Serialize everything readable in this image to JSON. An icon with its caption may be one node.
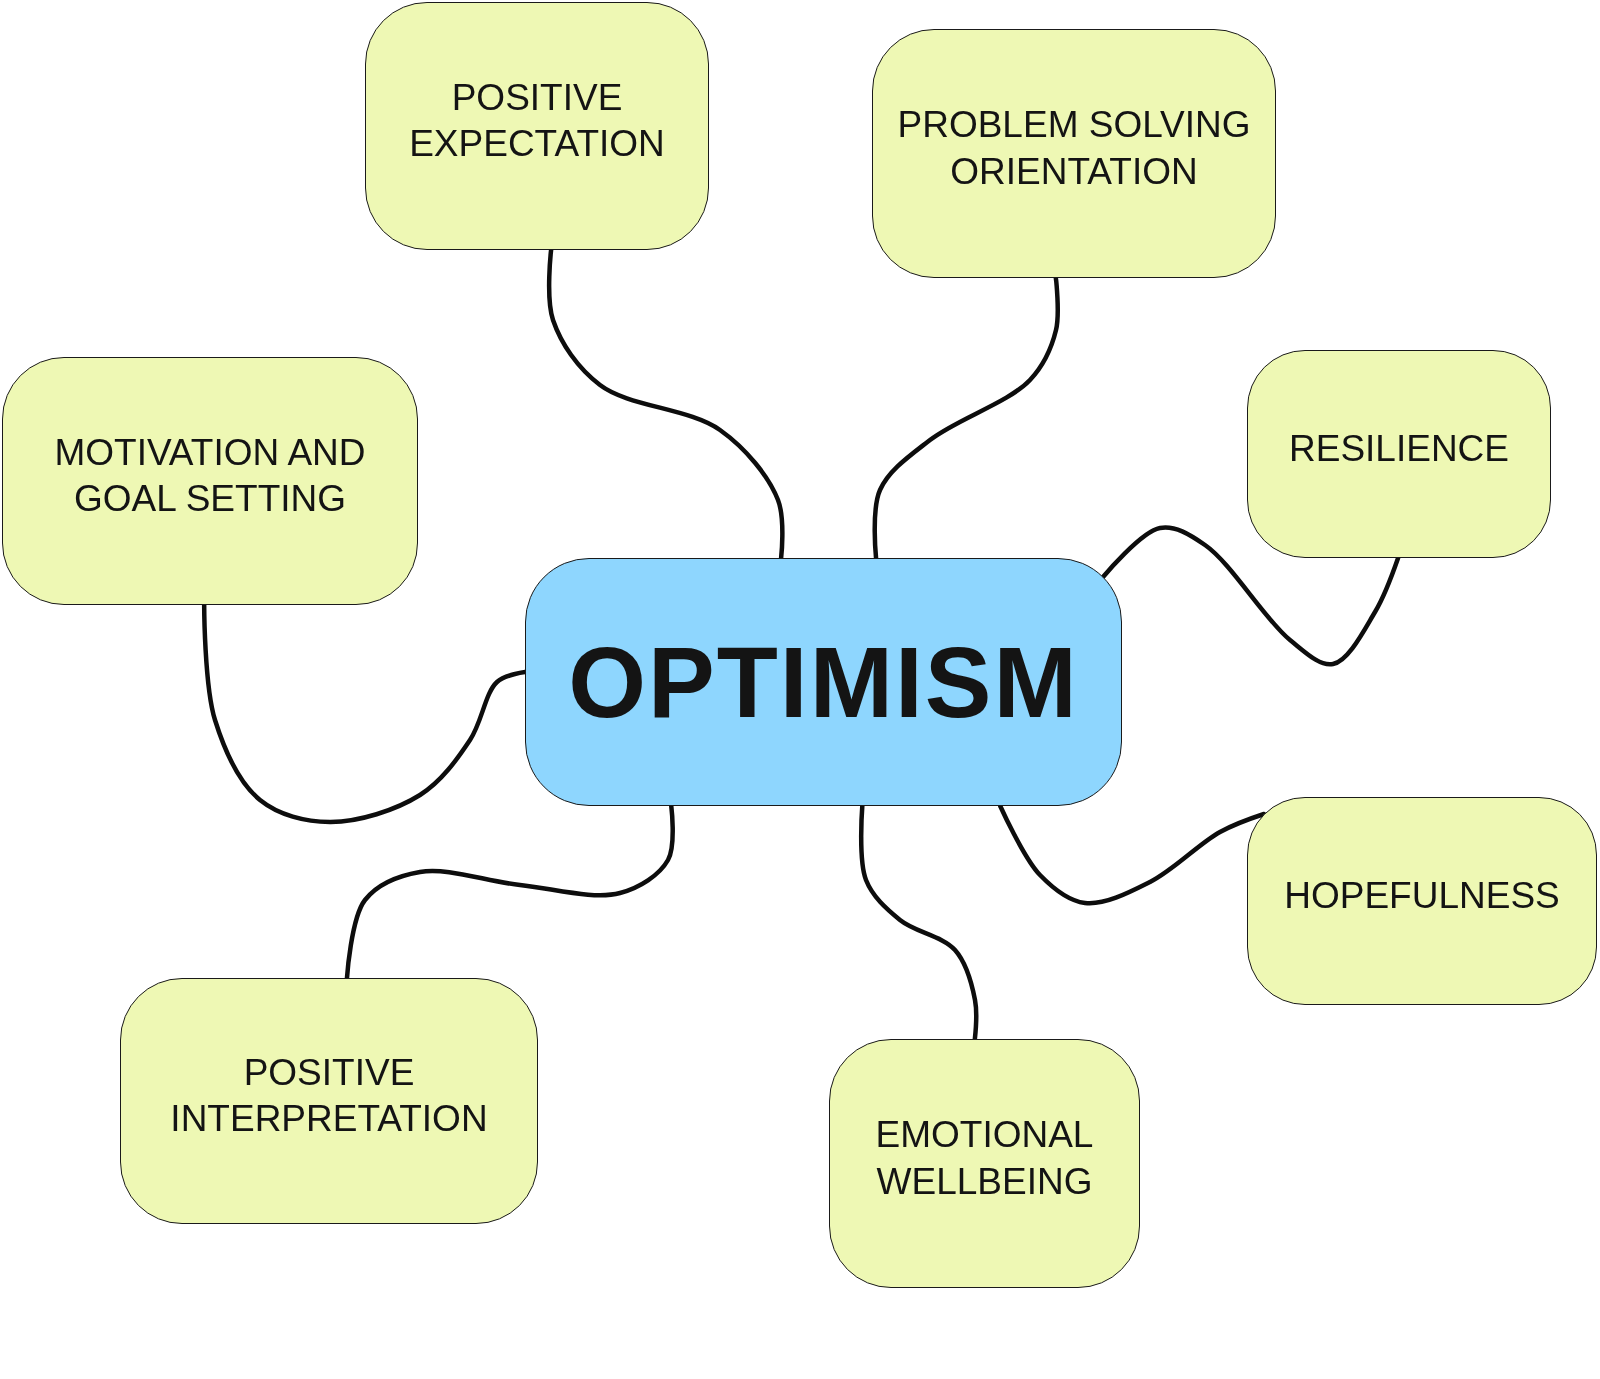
{
  "diagram": {
    "nodes": [
      {
        "text": [
          "OPTIMISM"
        ]
      },
      {
        "text": [
          "POSITIVE EXPECTATION"
        ]
      },
      {
        "text": [
          "PROBLEM SOLVING ORIENTATION"
        ]
      },
      {
        "text": [
          "MOTIVATION AND GOAL SETTING"
        ]
      },
      {
        "text": [
          "RESILIENCE"
        ]
      },
      {
        "text": [
          "HOPEFULNESS"
        ]
      },
      {
        "text": [
          "POSITIVE INTERPRETATION"
        ]
      },
      {
        "text": [
          "EMOTIONAL WELLBEING"
        ]
      }
    ],
    "edges": [
      {
        "from": 0,
        "to": 1,
        "arrow": "none"
      },
      {
        "from": 0,
        "to": 2,
        "arrow": "none"
      },
      {
        "from": 0,
        "to": 3,
        "arrow": "none"
      },
      {
        "from": 0,
        "to": 4,
        "arrow": "none"
      },
      {
        "from": 0,
        "to": 5,
        "arrow": "none"
      },
      {
        "from": 0,
        "to": 6,
        "arrow": "none"
      },
      {
        "from": 0,
        "to": 7,
        "arrow": "none"
      }
    ]
  }
}
